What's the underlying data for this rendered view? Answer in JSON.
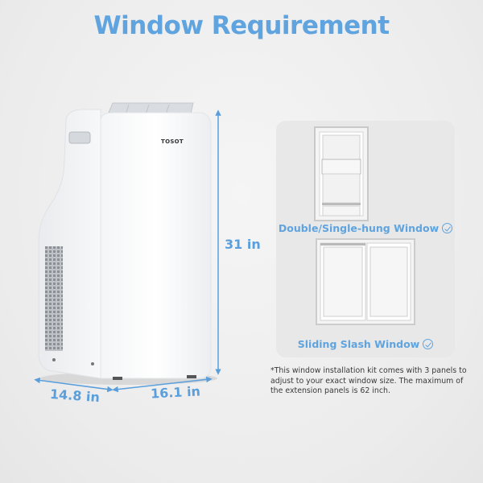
{
  "title": "Window Requirement",
  "product": {
    "brand_logo": "TOSOT",
    "dimensions": {
      "height": "31 in",
      "depth": "14.8 in",
      "width": "16.1 in"
    }
  },
  "window_types": [
    {
      "label": "Double/Single-hung Window",
      "icon": "check-circle-icon"
    },
    {
      "label": "Sliding Slash Window",
      "icon": "check-circle-icon"
    }
  ],
  "note": "*This window installation kit comes with 3 panels to adjust to your exact window size. The maximum of the extension panels is 62 inch.",
  "colors": {
    "accent": "#5fa3df",
    "background": "#efefef",
    "card": "#e8e8e8"
  }
}
